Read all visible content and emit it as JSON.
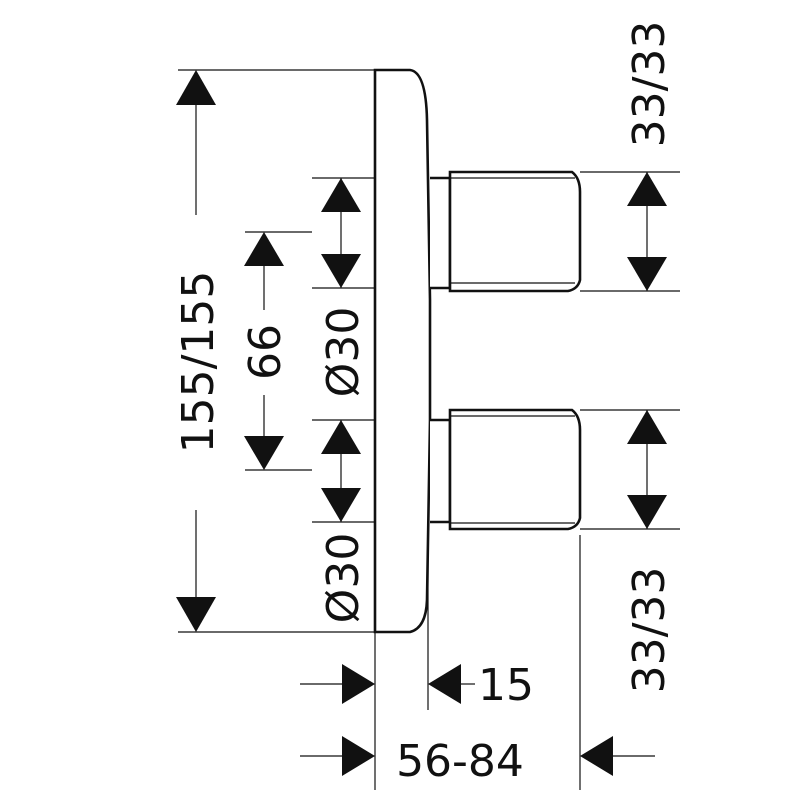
{
  "dimensions": {
    "overall_height": "155/155",
    "knob_spacing": "66",
    "diameter_upper": "Ø30",
    "diameter_lower": "Ø30",
    "upper_knob_length": "33/33",
    "lower_knob_length": "33/33",
    "plate_thickness": "15",
    "installation_depth": "56-84"
  },
  "colors": {
    "line": "#111111",
    "background": "#ffffff"
  }
}
